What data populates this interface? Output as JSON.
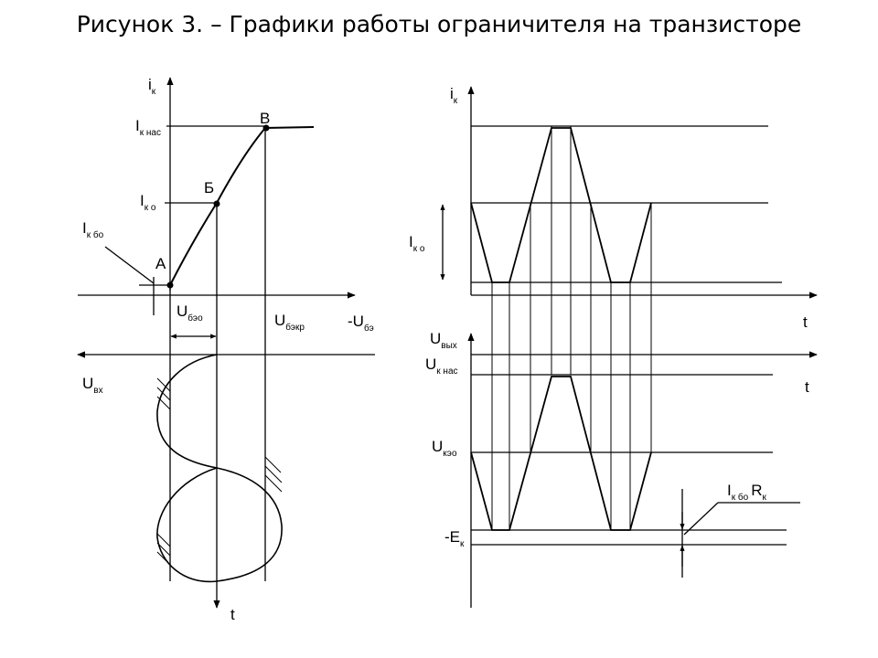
{
  "title": "Рисунок 3.   – Графики работы ограничителя на транзисторе",
  "labels": {
    "ik_left": "i",
    "ik_left_sub": "к",
    "iknas_left": "I",
    "iknas_left_sub": "к нас",
    "iko_left": "I",
    "iko_left_sub": "к о",
    "ikbo_left": "I",
    "ikbo_left_sub": "к бо",
    "point_a": "А",
    "point_b": "Б",
    "point_v": "В",
    "ubeo": "U",
    "ubeo_sub": "бэо",
    "ubekr": "U",
    "ubekr_sub": "бэкр",
    "ube_axis": "-U",
    "ube_axis_sub": "бэ",
    "uvx": "U",
    "uvx_sub": "вх",
    "t_left": "t",
    "ik_right": "i",
    "ik_right_sub": "к",
    "iko_right": "I",
    "iko_right_sub": "к о",
    "t_right_top": "t",
    "uvyx": "U",
    "uvyx_sub": "вых",
    "uknas_right": "U",
    "uknas_right_sub": "к нас",
    "t_right_mid": "t",
    "ukeo": "U",
    "ukeo_sub": "кэо",
    "ek": "-E",
    "ek_sub": "к",
    "ikbork_a": "I",
    "ikbork_a_sub": "к бо",
    "ikbork_b": "R",
    "ikbork_b_sub": "к"
  }
}
